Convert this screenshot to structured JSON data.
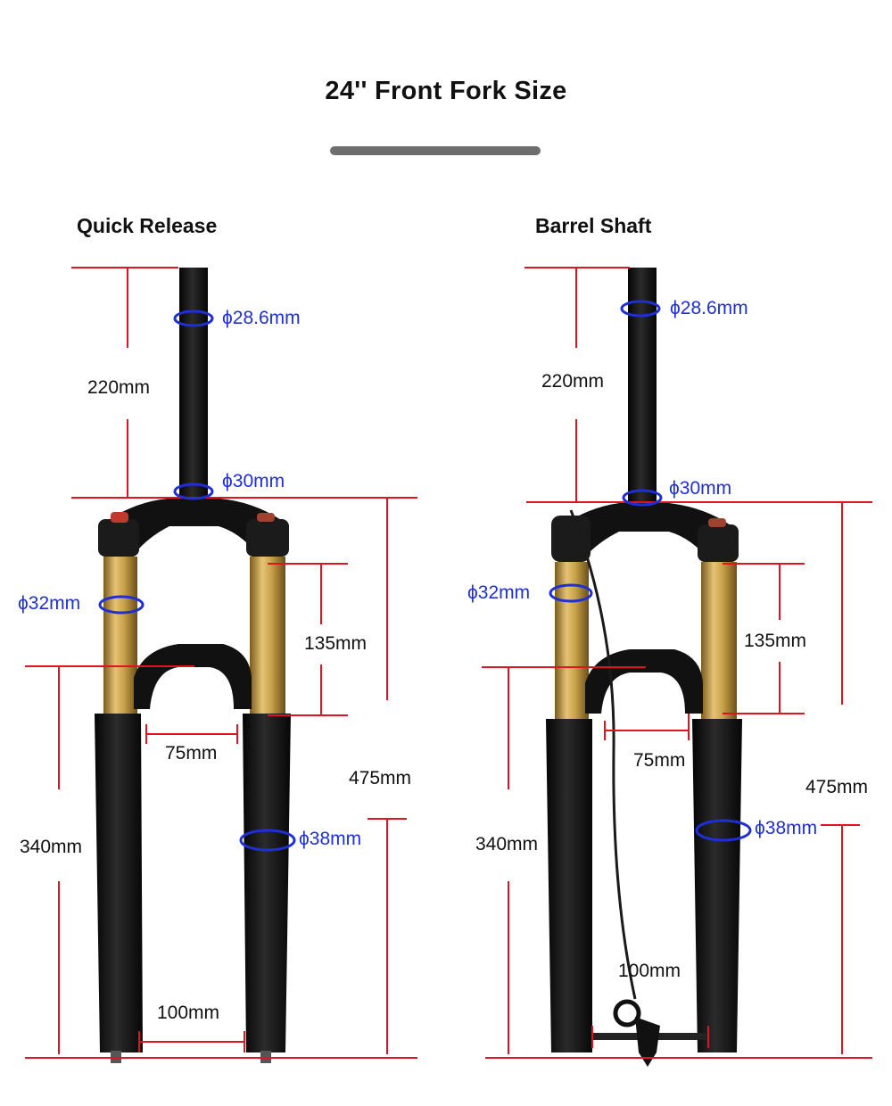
{
  "title": "24'' Front Fork Size",
  "variants": [
    {
      "heading": "Quick Release",
      "dimensions": {
        "steerer_length": "220mm",
        "stanchion_travel": "135mm",
        "crown_inner_width": "75mm",
        "total_height": "475mm",
        "lower_leg": "340mm",
        "axle_spacing": "100mm"
      },
      "diameters": {
        "steerer_top": "ϕ28.6mm",
        "steerer_base": "ϕ30mm",
        "stanchion": "ϕ32mm",
        "lower": "ϕ38mm"
      }
    },
    {
      "heading": "Barrel Shaft",
      "dimensions": {
        "steerer_length": "220mm",
        "stanchion_travel": "135mm",
        "crown_inner_width": "75mm",
        "total_height": "475mm",
        "lower_leg": "340mm",
        "axle_spacing": "100mm"
      },
      "diameters": {
        "steerer_top": "ϕ28.6mm",
        "steerer_base": "ϕ30mm",
        "stanchion": "ϕ32mm",
        "lower": "ϕ38mm"
      }
    }
  ],
  "colors": {
    "dimension_line": "#e0141e",
    "diameter_marker": "#1f2fd6",
    "stanchion_gold": "#c9a24a",
    "fork_body": "#141414"
  }
}
